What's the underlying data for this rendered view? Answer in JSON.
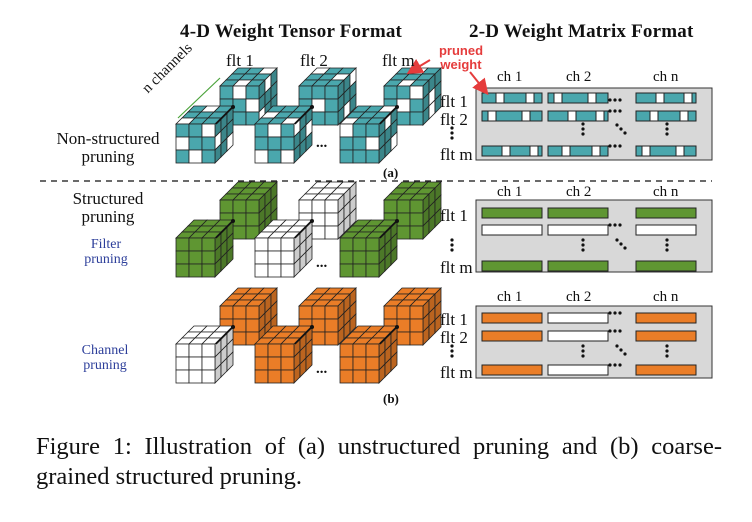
{
  "headers": {
    "tensor": "4-D Weight Tensor Format",
    "matrix": "2-D Weight Matrix Format"
  },
  "tensor_labels": {
    "flt1": "flt 1",
    "flt2": "flt 2",
    "fltm": "flt m",
    "n_channels": "n channels",
    "pruned_weight": "pruned weight",
    "ellipsis": "..."
  },
  "row_labels": {
    "non_structured": "Non-structured pruning",
    "structured": "Structured pruning",
    "filter": "Filter pruning",
    "channel": "Channel pruning"
  },
  "matrix_labels": {
    "ch1": "ch 1",
    "ch2": "ch 2",
    "chn": "ch n",
    "flt1": "flt 1",
    "flt2": "flt 2",
    "fltm": "flt m"
  },
  "subfigure_labels": {
    "a": "(a)",
    "b": "(b)"
  },
  "caption": "Figure 1: Illustration of (a) unstructured pruning and (b) coarse-grained structured pruning.",
  "colors": {
    "teal": "#4aa7ad",
    "green": "#5f9632",
    "orange": "#ea7d27",
    "pruned_arrow": "#e53c3c",
    "panel_gray": "#d8d8d8"
  }
}
